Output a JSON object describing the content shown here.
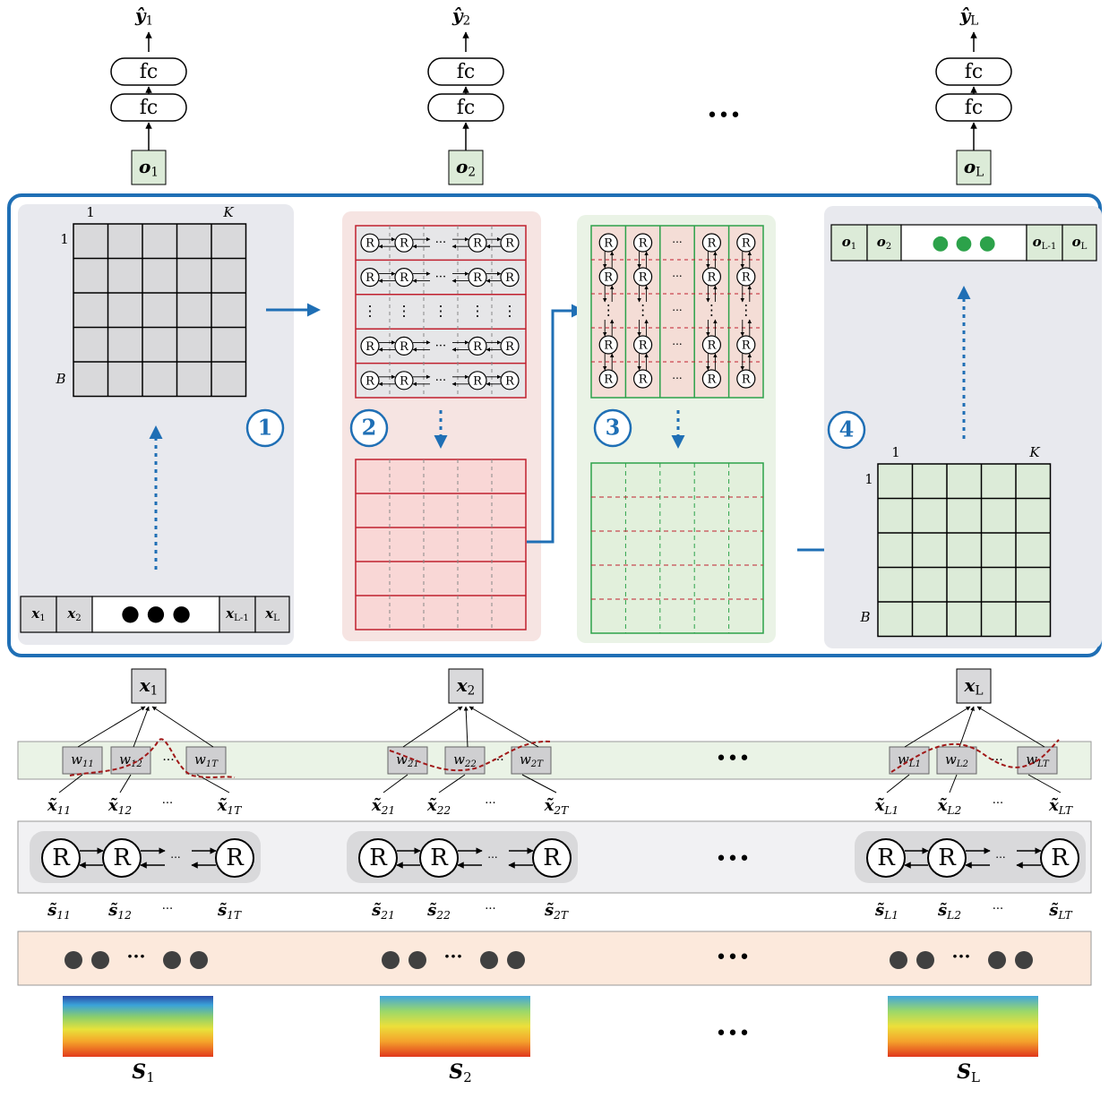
{
  "top": {
    "outputs": [
      "ŷ1",
      "ŷ2",
      "ŷL"
    ],
    "output_labels": [
      {
        "base": "ŷ",
        "sub": "1"
      },
      {
        "base": "ŷ",
        "sub": "2"
      },
      {
        "base": "ŷ",
        "sub": "L"
      }
    ],
    "fc_label": "fc",
    "o_labels": [
      {
        "base": "o",
        "sub": "1"
      },
      {
        "base": "o",
        "sub": "2"
      },
      {
        "base": "o",
        "sub": "L"
      }
    ],
    "ellipsis": "•••"
  },
  "panel1": {
    "col_first": "1",
    "col_last": "K",
    "row_first": "1",
    "row_last": "B",
    "x_sequence": [
      {
        "base": "x",
        "sub": "1"
      },
      {
        "base": "x",
        "sub": "2"
      },
      {
        "base": "",
        "sub": ""
      },
      {
        "base": "x",
        "sub": "L-1"
      },
      {
        "base": "x",
        "sub": "L"
      }
    ],
    "dots": "● ● ●",
    "step": "1"
  },
  "panel2": {
    "step": "2",
    "rnn_node": "R",
    "vdots": "⋮",
    "hdots": "···"
  },
  "panel3": {
    "step": "3",
    "rnn_node": "R",
    "hdots": "···"
  },
  "panel4": {
    "step": "4",
    "col_first": "1",
    "col_last": "K",
    "row_first": "1",
    "row_last": "B",
    "o_sequence": [
      {
        "base": "o",
        "sub": "1"
      },
      {
        "base": "o",
        "sub": "2"
      },
      {
        "base": "",
        "sub": ""
      },
      {
        "base": "o",
        "sub": "L-1"
      },
      {
        "base": "o",
        "sub": "L"
      }
    ],
    "green_dots": "● ● ●"
  },
  "bottom": {
    "x_labels": [
      {
        "base": "x",
        "sub": "1"
      },
      {
        "base": "x",
        "sub": "2"
      },
      {
        "base": "x",
        "sub": "L"
      }
    ],
    "groups": [
      {
        "w": [
          "w11",
          "w12",
          "w1T"
        ],
        "w_sub": [
          "11",
          "12",
          "1T"
        ],
        "xt": [
          "11",
          "12",
          "1T"
        ],
        "st": [
          "11",
          "12",
          "1T"
        ],
        "spec": {
          "base": "S",
          "sub": "1"
        }
      },
      {
        "w": [
          "w21",
          "w22",
          "w2T"
        ],
        "w_sub": [
          "21",
          "22",
          "2T"
        ],
        "xt": [
          "21",
          "22",
          "2T"
        ],
        "st": [
          "21",
          "22",
          "2T"
        ],
        "spec": {
          "base": "S",
          "sub": "2"
        }
      },
      {
        "w": [
          "wL1",
          "wL2",
          "wLT"
        ],
        "w_sub": [
          "L1",
          "L2",
          "LT"
        ],
        "xt": [
          "L1",
          "L2",
          "LT"
        ],
        "st": [
          "L1",
          "L2",
          "LT"
        ],
        "spec": {
          "base": "S",
          "sub": "L"
        }
      }
    ],
    "rnn_node": "R",
    "small_dots": "···",
    "mid_ellipsis": "•••"
  },
  "colors": {
    "blue": "#1f6fb5",
    "red": "#c0202e",
    "green": "#2ca24a",
    "panel_gray": "#e8e9ee",
    "pink_bg": "#f6e4e2",
    "green_bg": "#eaf3e6",
    "cell_gray": "#d9d9db",
    "cell_green": "#dcebd8",
    "orange_strip": "#fce9dc"
  }
}
